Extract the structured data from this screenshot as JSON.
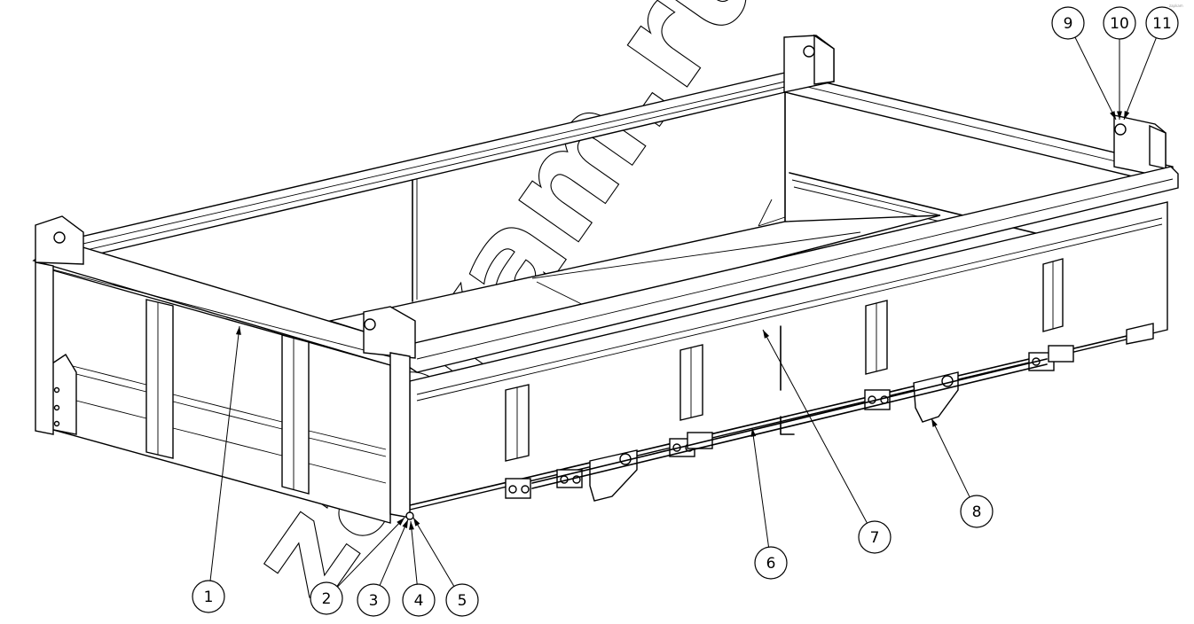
{
  "watermark": "zapkam.ru",
  "corner_mark": "zapkam",
  "callouts": [
    {
      "id": "c1",
      "label": "1"
    },
    {
      "id": "c2",
      "label": "2"
    },
    {
      "id": "c3",
      "label": "3"
    },
    {
      "id": "c4",
      "label": "4"
    },
    {
      "id": "c5",
      "label": "5"
    },
    {
      "id": "c6",
      "label": "6"
    },
    {
      "id": "c7",
      "label": "7"
    },
    {
      "id": "c8",
      "label": "8"
    },
    {
      "id": "c9",
      "label": "9"
    },
    {
      "id": "c10",
      "label": "10"
    },
    {
      "id": "c11",
      "label": "11"
    }
  ]
}
